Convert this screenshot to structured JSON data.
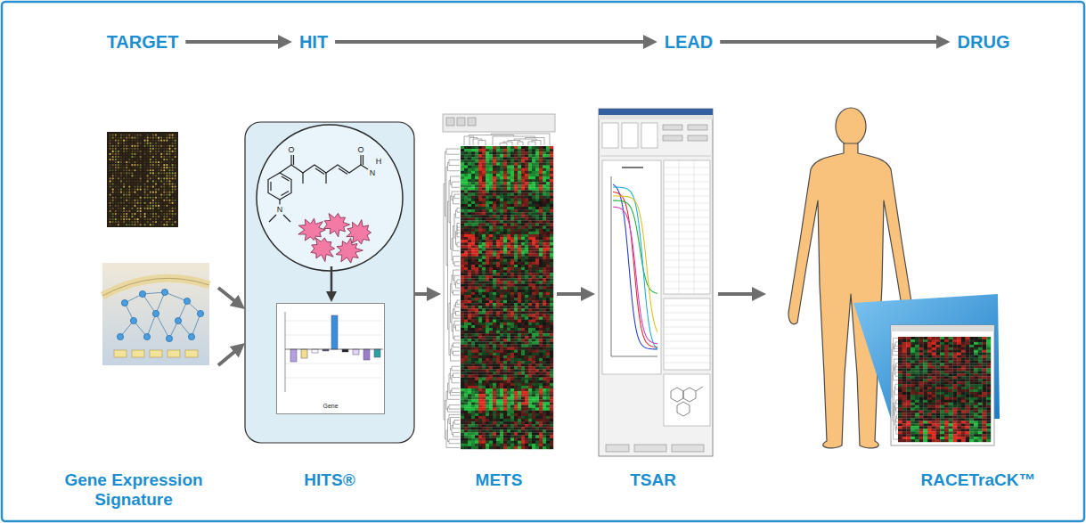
{
  "diagram": {
    "nodes": [
      {
        "text": [
          "TARGET"
        ]
      },
      {
        "text": [
          "HIT"
        ]
      },
      {
        "text": [
          "LEAD"
        ]
      },
      {
        "text": [
          "DRUG"
        ]
      },
      {
        "text": [
          "Gene Expression Signature"
        ]
      },
      {
        "text": [
          "HITS®"
        ]
      },
      {
        "text": [
          "Gene"
        ],
        "in": 5
      },
      {
        "text": [
          "METS"
        ]
      },
      {
        "text": [
          "TSAR"
        ]
      },
      {
        "text": [
          "RACETraCK™"
        ]
      }
    ],
    "edges": [
      {
        "from": 0,
        "to": 1,
        "arrow": "to"
      },
      {
        "from": 1,
        "to": 2,
        "arrow": "to"
      },
      {
        "from": 2,
        "to": 3,
        "arrow": "to"
      },
      {
        "from": 4,
        "to": 5,
        "arrow": "to"
      },
      {
        "from": 4,
        "to": 5,
        "arrow": "to"
      },
      {
        "from": 5,
        "to": 7,
        "arrow": "to"
      },
      {
        "from": 7,
        "to": 8,
        "arrow": "to"
      },
      {
        "from": 8,
        "to": 9,
        "arrow": "to"
      }
    ],
    "labels": [
      "N",
      "O",
      "O",
      "N",
      "H"
    ]
  }
}
